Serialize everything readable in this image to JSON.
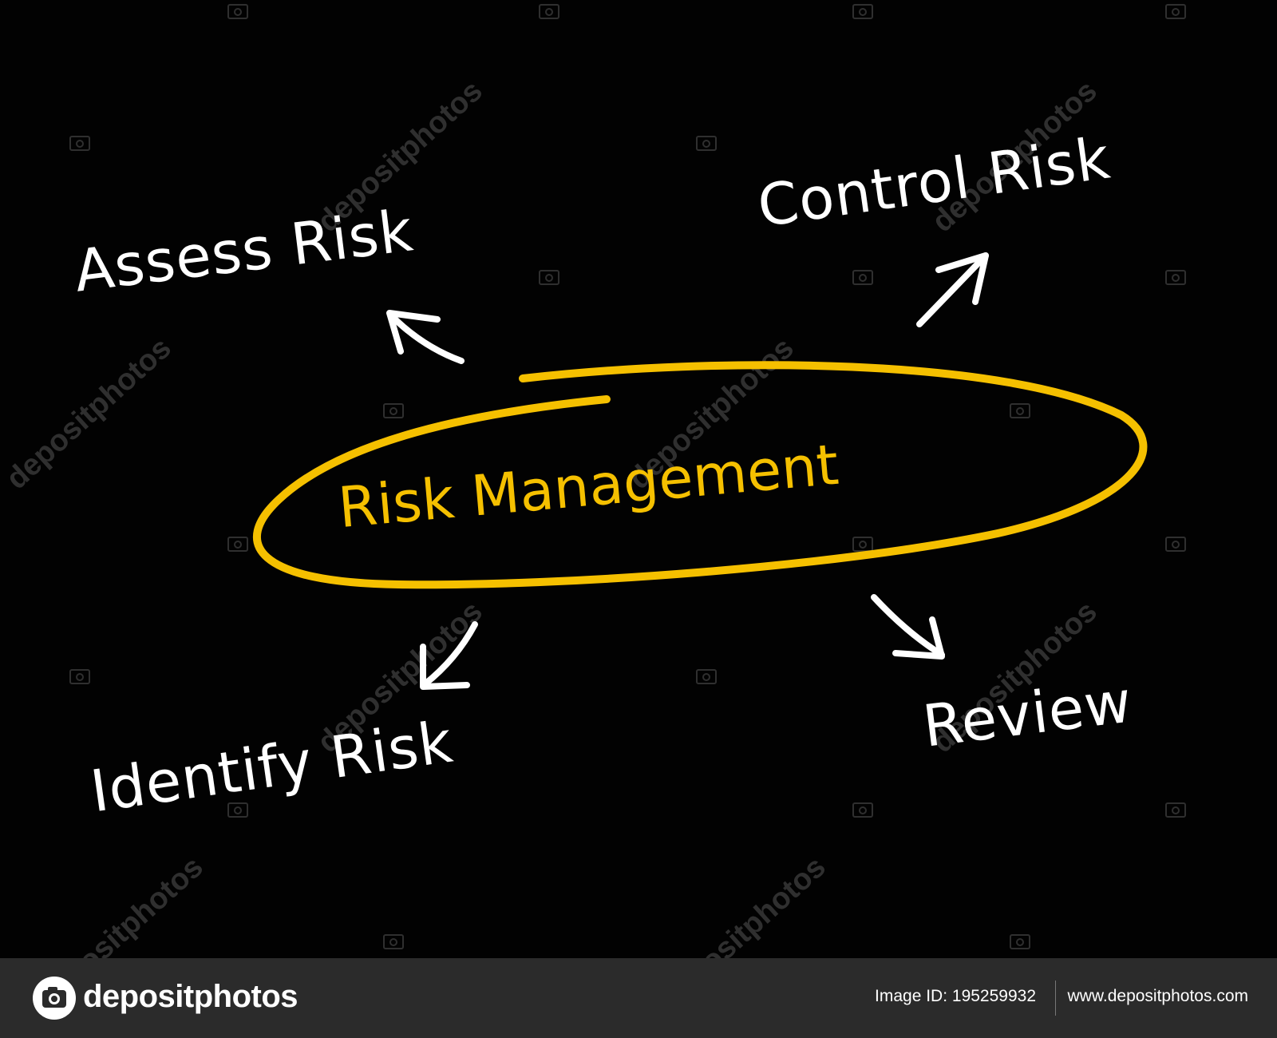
{
  "diagram": {
    "center": {
      "label": "Risk Management",
      "color": "#f5c000"
    },
    "nodes": [
      {
        "id": "assess",
        "label": "Assess Risk"
      },
      {
        "id": "control",
        "label": "Control Risk"
      },
      {
        "id": "identify",
        "label": "Identify Risk"
      },
      {
        "id": "review",
        "label": "Review"
      }
    ],
    "line_color": "#ffffff",
    "background": "#020202"
  },
  "watermark": {
    "text": "depositphotos"
  },
  "footer": {
    "brand": "depositphotos",
    "image_id": "Image ID: 195259932",
    "site": "www.depositphotos.com"
  }
}
